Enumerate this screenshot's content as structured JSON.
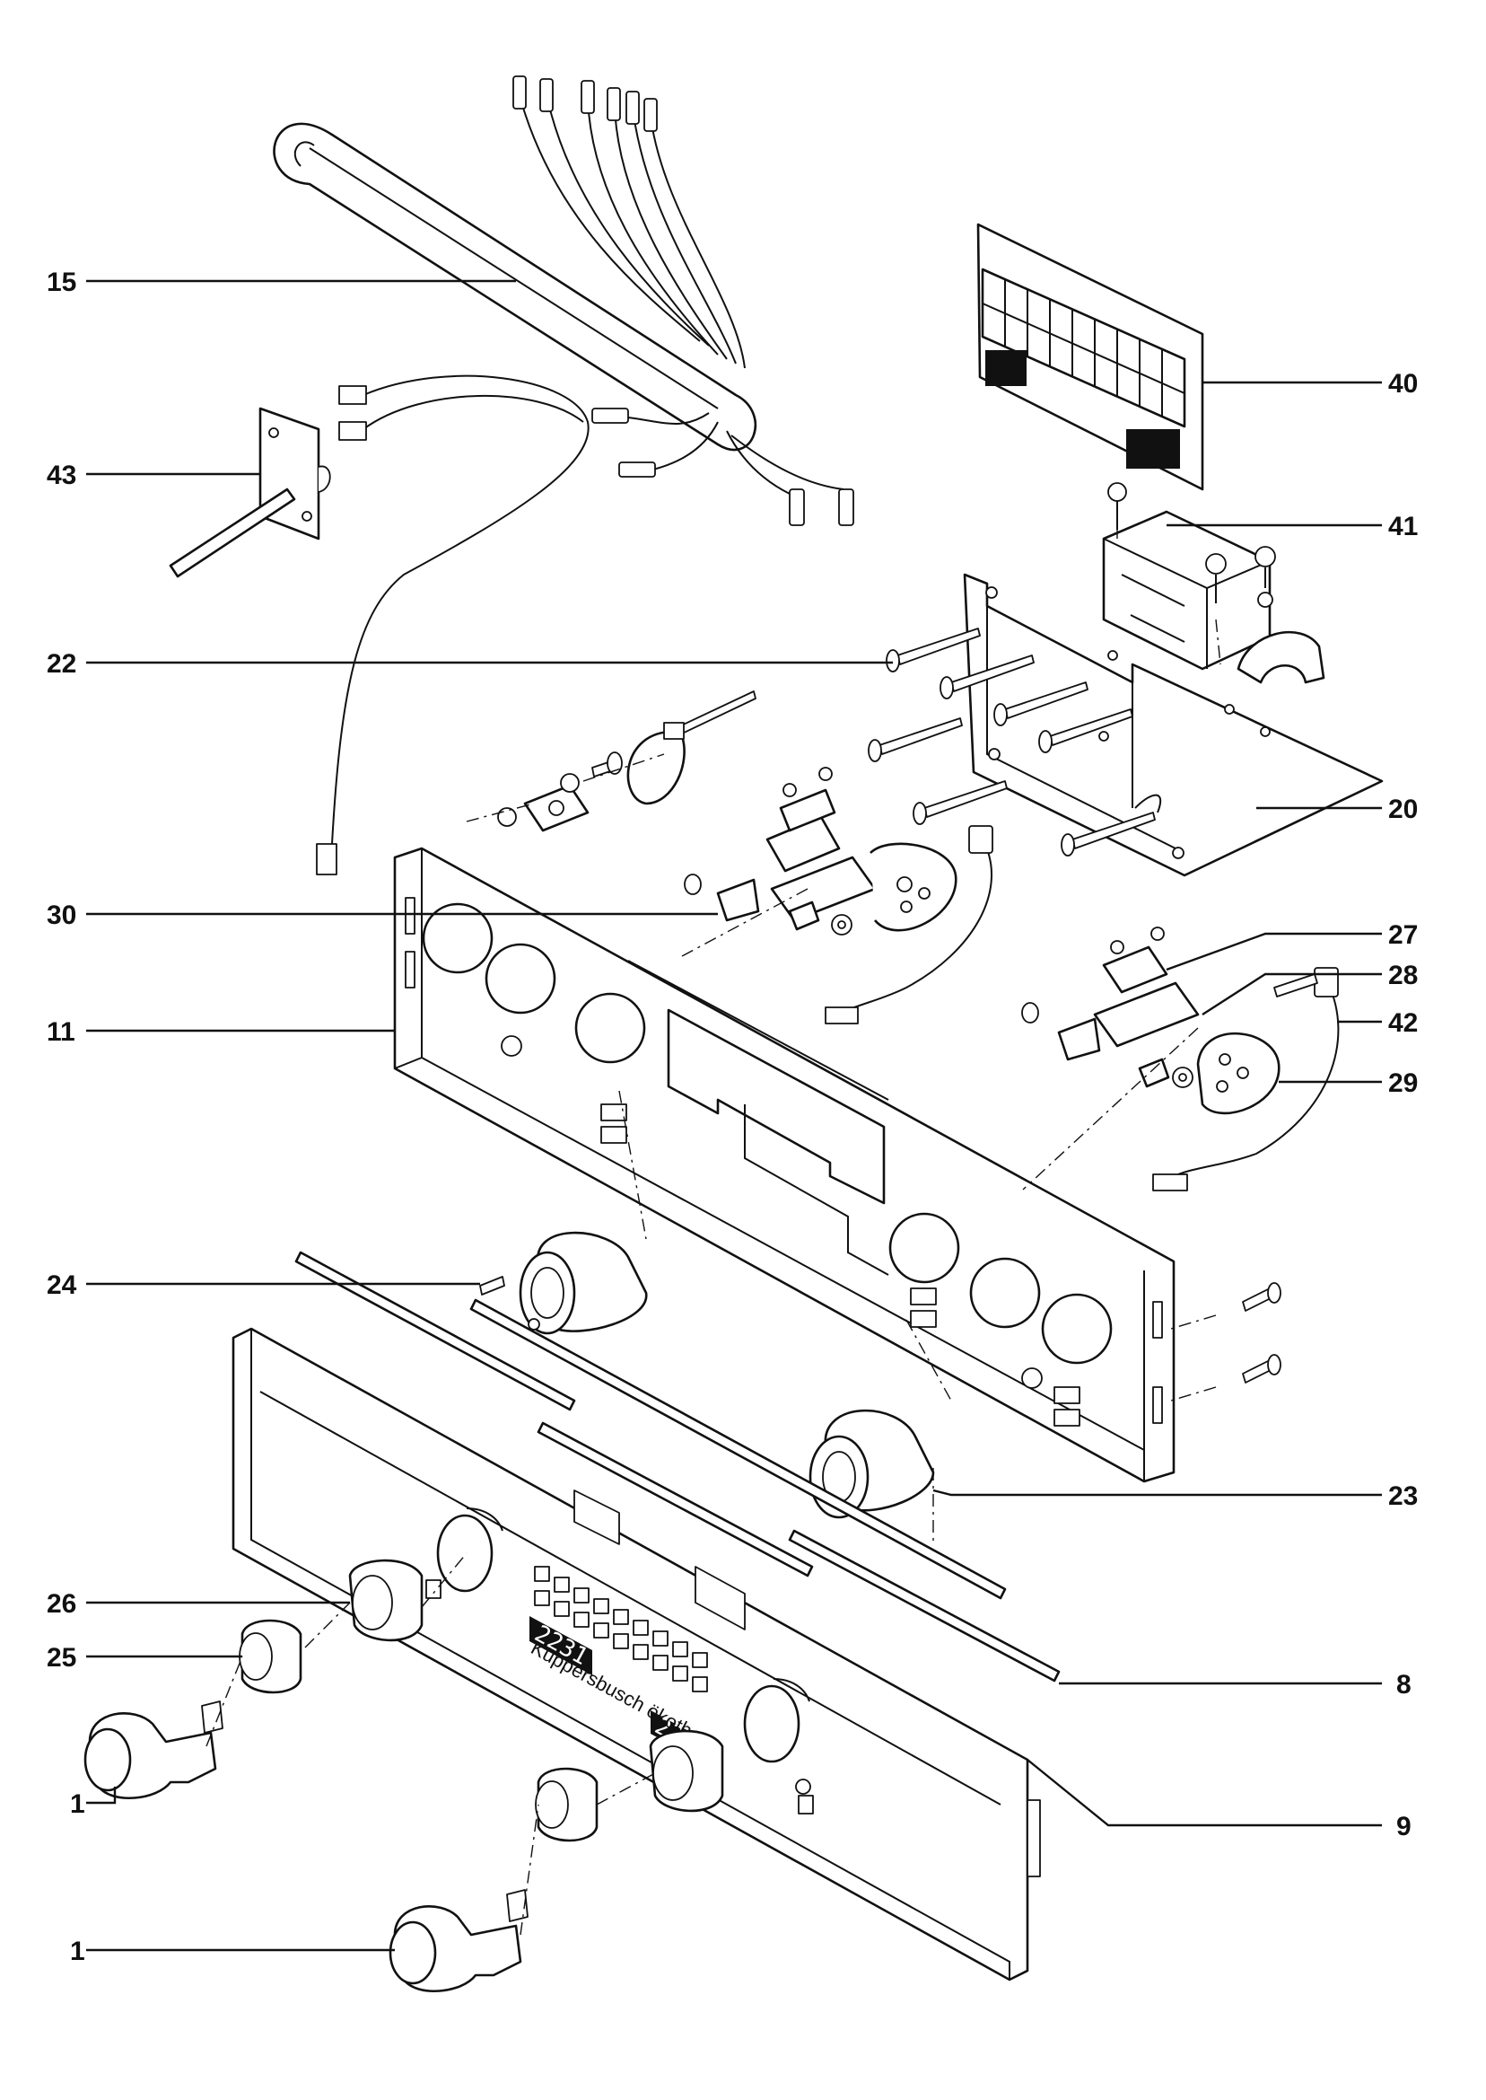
{
  "diagram": {
    "callouts": [
      {
        "id": "15",
        "text": "15"
      },
      {
        "id": "43",
        "text": "43"
      },
      {
        "id": "22",
        "text": "22"
      },
      {
        "id": "30",
        "text": "30"
      },
      {
        "id": "11",
        "text": "11"
      },
      {
        "id": "24",
        "text": "24"
      },
      {
        "id": "26",
        "text": "26"
      },
      {
        "id": "25",
        "text": "25"
      },
      {
        "id": "1a",
        "text": "1"
      },
      {
        "id": "1b",
        "text": "1"
      },
      {
        "id": "40",
        "text": "40"
      },
      {
        "id": "41",
        "text": "41"
      },
      {
        "id": "20",
        "text": "20"
      },
      {
        "id": "27",
        "text": "27"
      },
      {
        "id": "28",
        "text": "28"
      },
      {
        "id": "42",
        "text": "42"
      },
      {
        "id": "29",
        "text": "29"
      },
      {
        "id": "23",
        "text": "23"
      },
      {
        "id": "8",
        "text": "8"
      },
      {
        "id": "9",
        "text": "9"
      }
    ],
    "display_left": "2231",
    "display_right": "230",
    "brand_text": "Küppersbusch ökotherm"
  }
}
